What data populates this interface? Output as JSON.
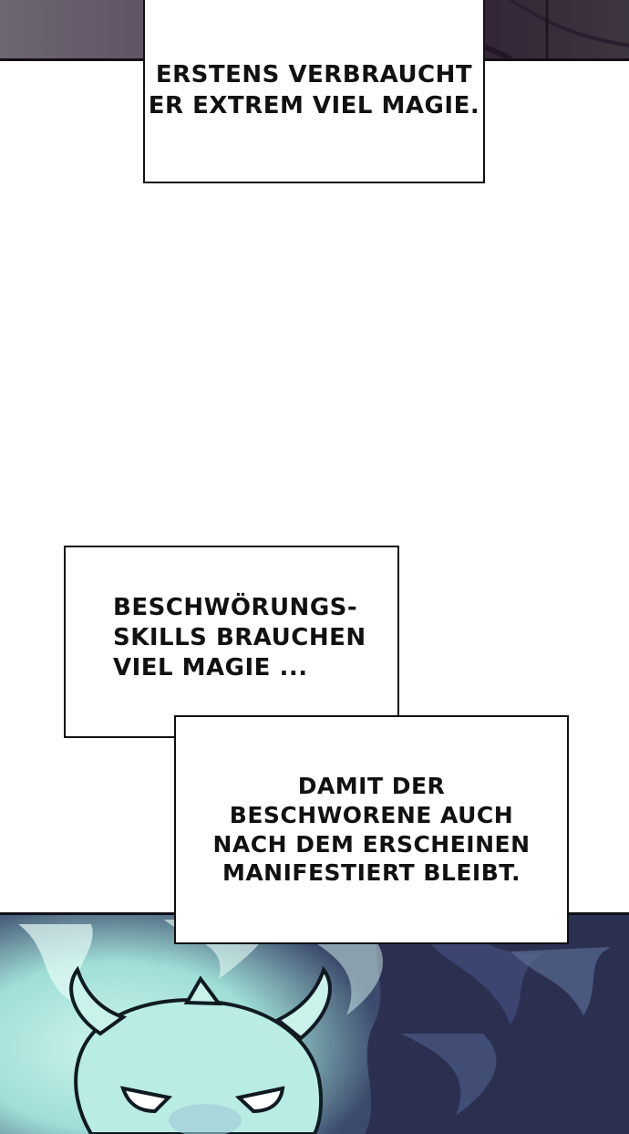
{
  "captions": {
    "first": {
      "lines": [
        "ERSTENS VERBRAUCHT",
        "ER EXTREM VIEL MAGIE."
      ]
    },
    "second": {
      "lines": [
        "BESCHWÖRUNGS-",
        "SKILLS BRAUCHEN",
        "VIEL MAGIE ..."
      ]
    },
    "third": {
      "lines": [
        "DAMIT DER",
        "BESCHWORENE AUCH",
        "NACH DEM ERSCHEINEN",
        "MANIFESTIERT BLEIBT."
      ]
    }
  },
  "colors": {
    "caption_bg": "#ffffff",
    "caption_border": "#111111",
    "spirit_glow": "#bfeee8",
    "flame_dark": "#2b3050"
  },
  "icons": {
    "top": "dark-purple-panel",
    "bottom": "horned-spirit-creature"
  }
}
